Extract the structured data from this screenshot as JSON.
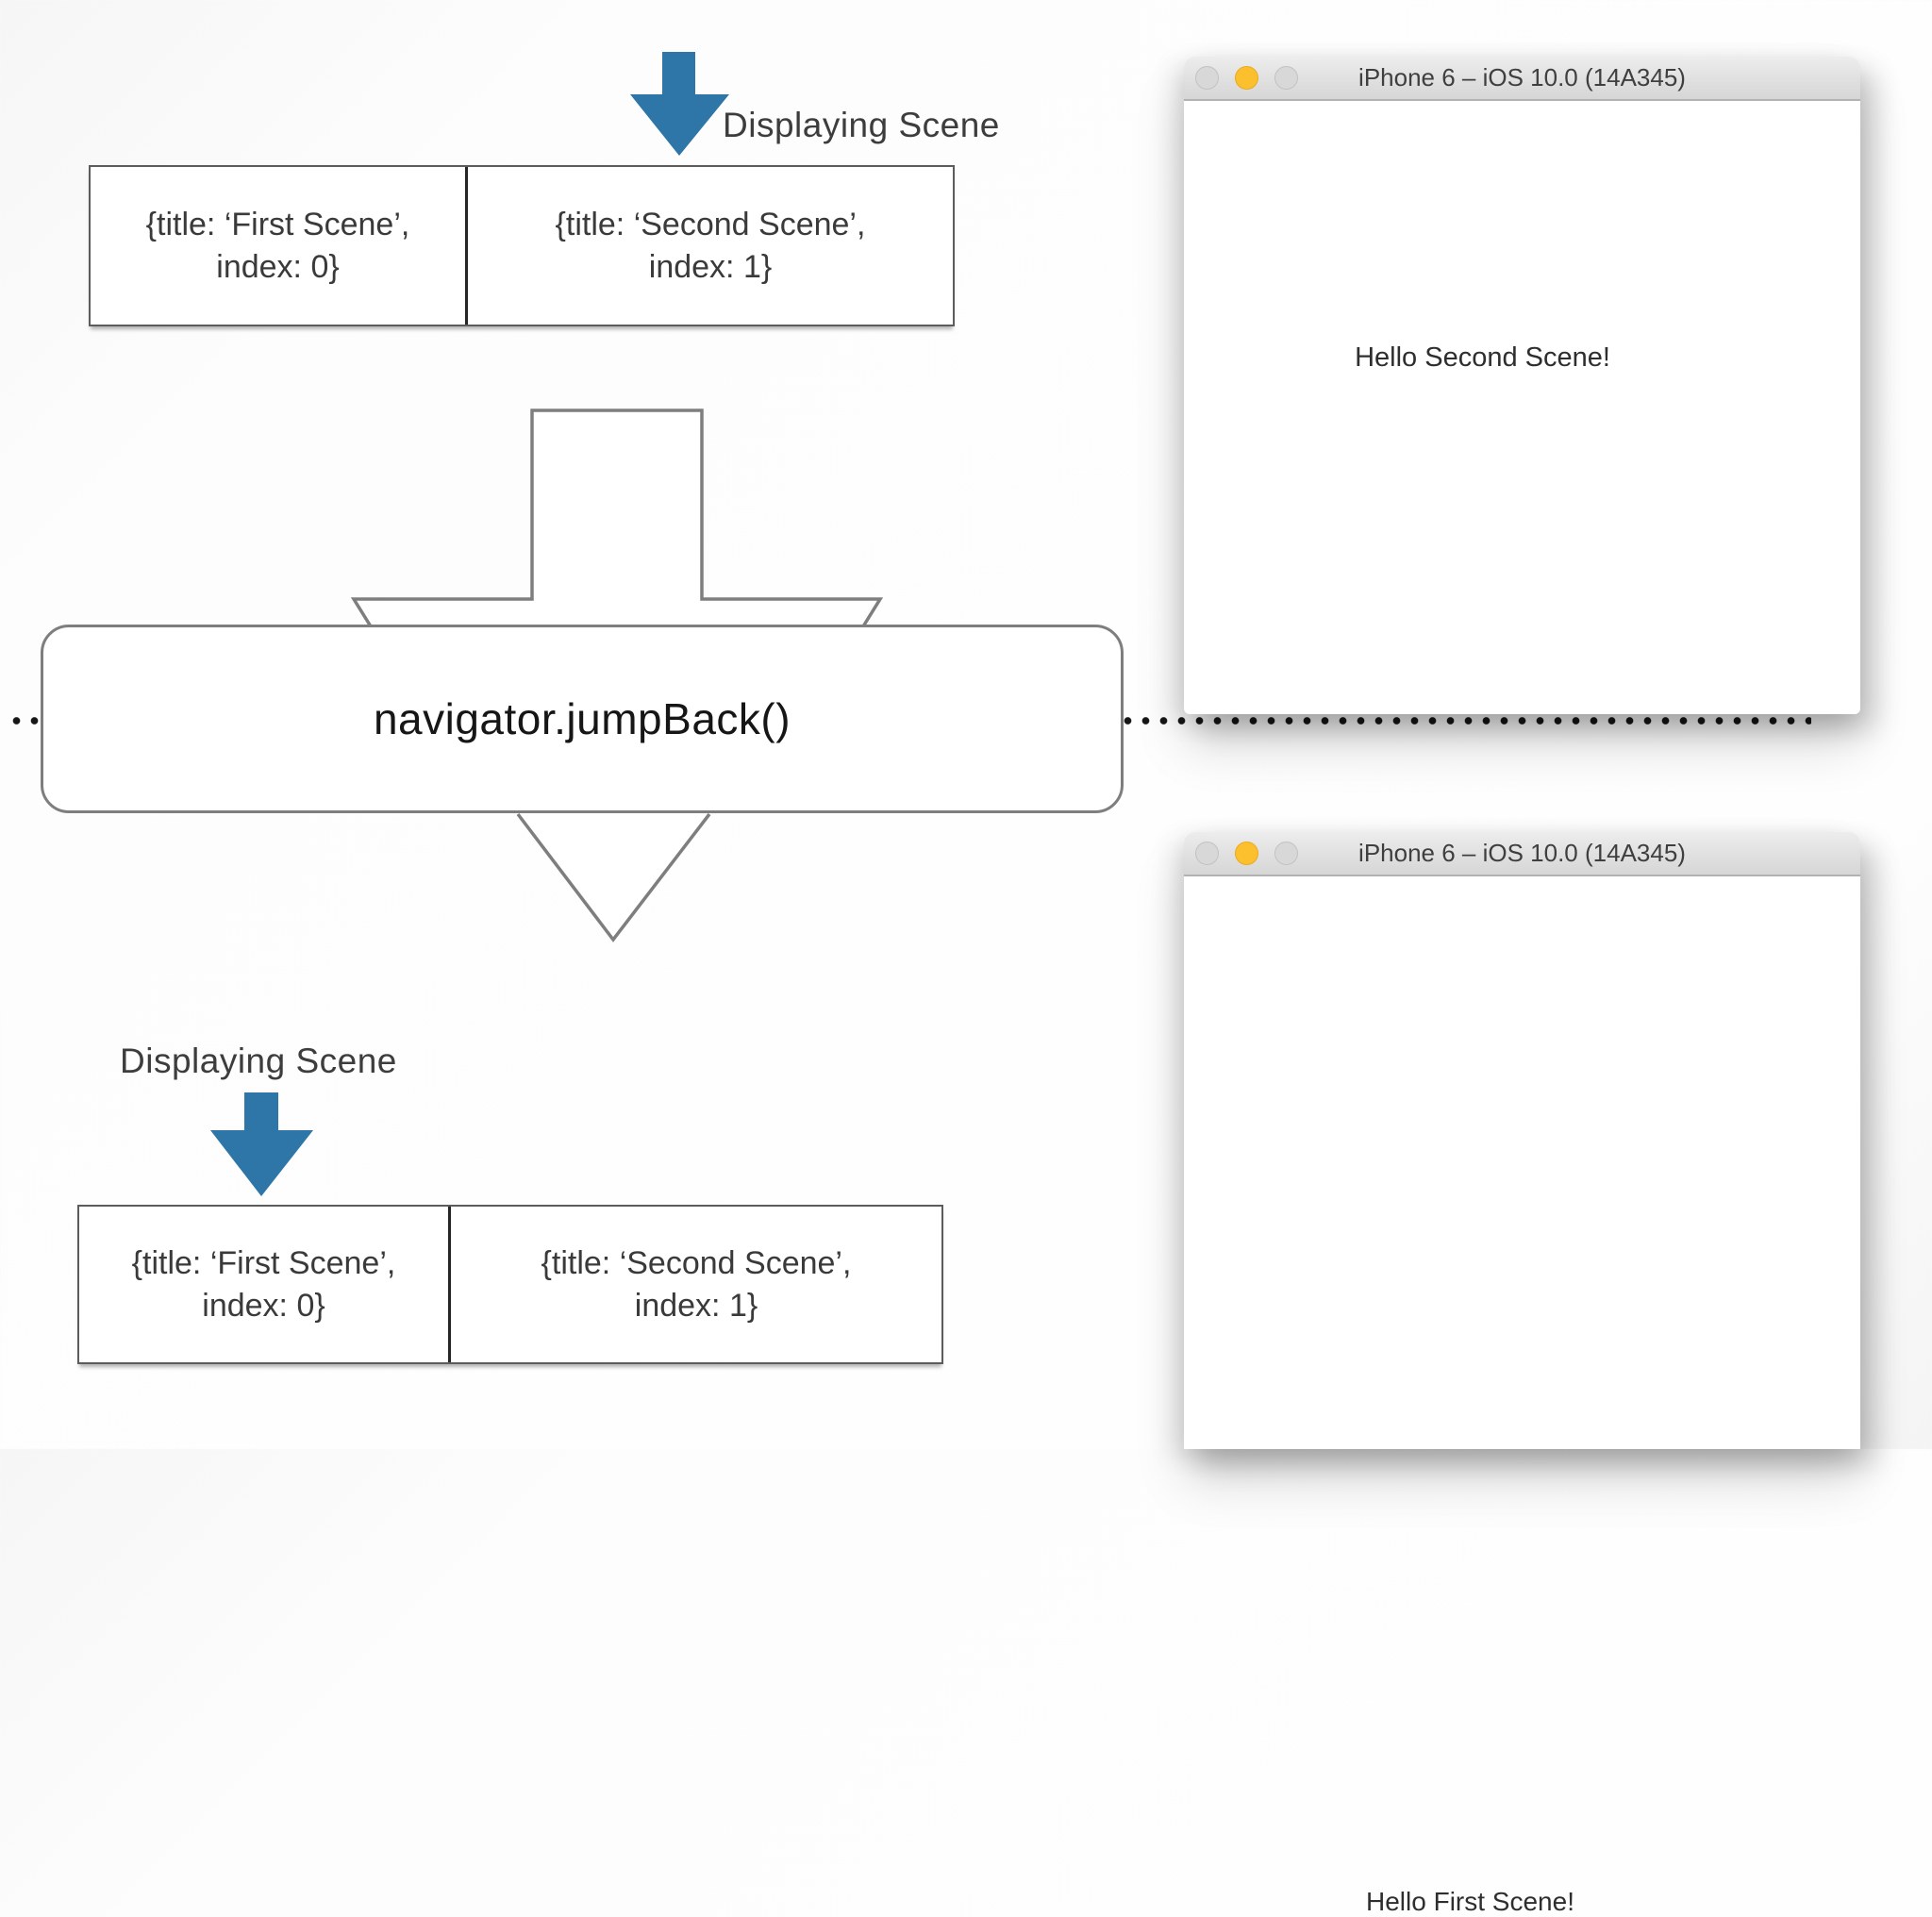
{
  "labels": {
    "displaying_scene_top": "Displaying Scene",
    "displaying_scene_bottom": "Displaying Scene",
    "jump_back": "navigator.jumpBack()"
  },
  "route_stacks": {
    "top": {
      "cells": [
        {
          "line1": "{title: ‘First Scene’,",
          "line2": "index: 0}"
        },
        {
          "line1": "{title: ‘Second Scene’,",
          "line2": "index: 1}"
        }
      ]
    },
    "bottom": {
      "cells": [
        {
          "line1": "{title: ‘First Scene’,",
          "line2": "index: 0}"
        },
        {
          "line1": "{title: ‘Second Scene’,",
          "line2": "index: 1}"
        }
      ]
    }
  },
  "simulators": [
    {
      "title": "iPhone 6 – iOS 10.0 (14A345)",
      "message": "Hello Second Scene!"
    },
    {
      "title": "iPhone 6 – iOS 10.0 (14A345)",
      "message": "Hello First Scene!"
    }
  ],
  "colors": {
    "accent-blue": "#2e75a8",
    "outline-gray": "#7e7e7e",
    "traffic-yellow": "#fcc02e",
    "traffic-gray": "#d8d8d8",
    "dot-black": "#161616"
  }
}
